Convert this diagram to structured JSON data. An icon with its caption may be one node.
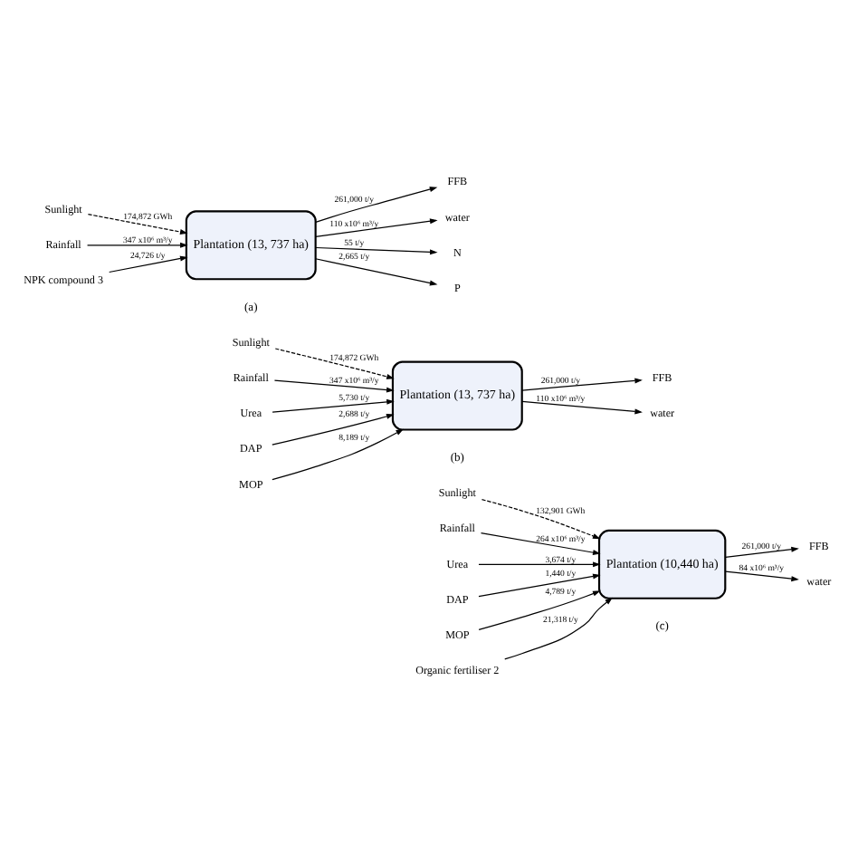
{
  "diagram": {
    "nodes": [
      {
        "text": [
          "Sunlight"
        ]
      },
      {
        "text": [
          "Rainfall"
        ]
      },
      {
        "text": [
          "NPK compound 3"
        ]
      },
      {
        "text": [
          "Plantation (13, 737 ha)"
        ]
      },
      {
        "text": [
          "FFB"
        ]
      },
      {
        "text": [
          "water"
        ]
      },
      {
        "text": [
          "N"
        ]
      },
      {
        "text": [
          "P"
        ]
      },
      {
        "text": [
          "Sunlight"
        ]
      },
      {
        "text": [
          "Rainfall"
        ]
      },
      {
        "text": [
          "Urea"
        ]
      },
      {
        "text": [
          "DAP"
        ]
      },
      {
        "text": [
          "MOP"
        ]
      },
      {
        "text": [
          "Plantation (13, 737 ha)"
        ]
      },
      {
        "text": [
          "FFB"
        ]
      },
      {
        "text": [
          "water"
        ]
      },
      {
        "text": [
          "Sunlight"
        ]
      },
      {
        "text": [
          "Rainfall"
        ]
      },
      {
        "text": [
          "Urea"
        ]
      },
      {
        "text": [
          "DAP"
        ]
      },
      {
        "text": [
          "MOP"
        ]
      },
      {
        "text": [
          "Organic fertiliser 2"
        ]
      },
      {
        "text": [
          "Plantation (10,440 ha)"
        ]
      },
      {
        "text": [
          "FFB"
        ]
      },
      {
        "text": [
          "water"
        ]
      }
    ],
    "edges": [
      {
        "from": 0,
        "to": 3,
        "arrow": "to",
        "label": "174,872 GWh",
        "style": "dashed"
      },
      {
        "from": 1,
        "to": 3,
        "arrow": "to",
        "label": "347 x10⁶ m³/y"
      },
      {
        "from": 2,
        "to": 3,
        "arrow": "to",
        "label": "24,726 t/y"
      },
      {
        "from": 3,
        "to": 4,
        "arrow": "to",
        "label": "261,000 t/y"
      },
      {
        "from": 3,
        "to": 5,
        "arrow": "to",
        "label": "110 x10⁶ m³/y"
      },
      {
        "from": 3,
        "to": 6,
        "arrow": "to",
        "label": "55 t/y"
      },
      {
        "from": 3,
        "to": 7,
        "arrow": "to",
        "label": "2,665 t/y"
      },
      {
        "from": 8,
        "to": 13,
        "arrow": "to",
        "label": "174,872 GWh",
        "style": "dashed"
      },
      {
        "from": 9,
        "to": 13,
        "arrow": "to",
        "label": "347 x10⁶ m³/y"
      },
      {
        "from": 10,
        "to": 13,
        "arrow": "to",
        "label": "5,730 t/y"
      },
      {
        "from": 11,
        "to": 13,
        "arrow": "to",
        "label": "2,688 t/y"
      },
      {
        "from": 12,
        "to": 13,
        "arrow": "to",
        "label": "8,189 t/y"
      },
      {
        "from": 13,
        "to": 14,
        "arrow": "to",
        "label": "261,000 t/y"
      },
      {
        "from": 13,
        "to": 15,
        "arrow": "to",
        "label": "110 x10⁶ m³/y"
      },
      {
        "from": 16,
        "to": 22,
        "arrow": "to",
        "label": "132,901 GWh",
        "style": "dashed"
      },
      {
        "from": 17,
        "to": 22,
        "arrow": "to",
        "label": "264 x10⁶ m³/y"
      },
      {
        "from": 18,
        "to": 22,
        "arrow": "to",
        "label": "3,674 t/y"
      },
      {
        "from": 19,
        "to": 22,
        "arrow": "to",
        "label": "1,440 t/y"
      },
      {
        "from": 20,
        "to": 22,
        "arrow": "to",
        "label": "4,789 t/y"
      },
      {
        "from": 21,
        "to": 22,
        "arrow": "to",
        "label": "21,318 t/y"
      },
      {
        "from": 22,
        "to": 23,
        "arrow": "to",
        "label": "261,000 t/y"
      },
      {
        "from": 22,
        "to": 24,
        "arrow": "to",
        "label": "84 x10⁶ m³/y"
      }
    ],
    "labels": [
      "(a)",
      "(b)",
      "(c)"
    ]
  }
}
